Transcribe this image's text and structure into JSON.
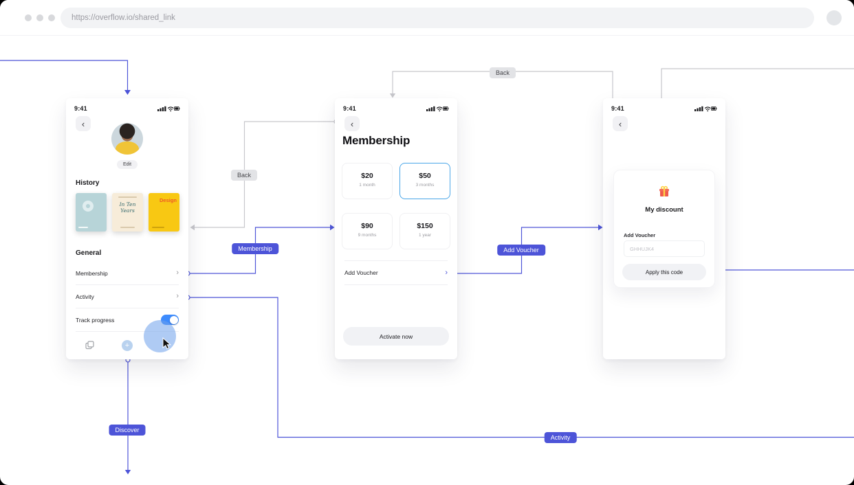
{
  "browser": {
    "url": "https://overflow.io/shared_link"
  },
  "flow": {
    "badges": {
      "back_top": "Back",
      "back_left": "Back",
      "membership": "Membership",
      "add_voucher": "Add Voucher",
      "discover": "Discover",
      "activity": "Activity"
    }
  },
  "status": {
    "time": "9:41"
  },
  "profile_screen": {
    "edit": "Edit",
    "history": "History",
    "covers": {
      "book2": "In Ten Years",
      "book3": "Design"
    },
    "general": "General",
    "membership": "Membership",
    "activity": "Activity",
    "track_progress": "Track progress"
  },
  "membership_screen": {
    "title": "Membership",
    "plans": [
      {
        "price": "$20",
        "period": "1 month",
        "selected": false
      },
      {
        "price": "$50",
        "period": "3 months",
        "selected": true
      },
      {
        "price": "$90",
        "period": "9 months",
        "selected": false
      },
      {
        "price": "$150",
        "period": "1 year",
        "selected": false
      }
    ],
    "add_voucher": "Add Voucher",
    "activate": "Activate now"
  },
  "discount_screen": {
    "title": "My discount",
    "field_label": "Add Voucher",
    "code_placeholder": "GHHUJK4",
    "apply": "Apply this code"
  }
}
